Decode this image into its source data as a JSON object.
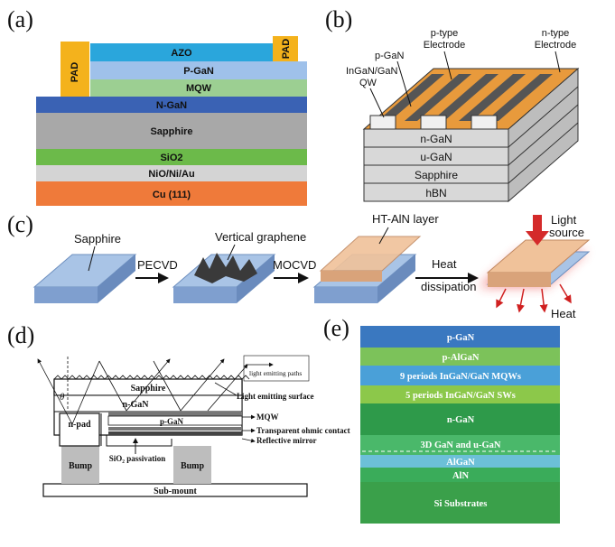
{
  "panels": {
    "a": {
      "label": "(a)",
      "layers": [
        "AZO",
        "P-GaN",
        "MQW",
        "N-GaN",
        "Sapphire",
        "SiO2",
        "NiO/Ni/Au",
        "Cu (111)"
      ],
      "pad_label": "PAD",
      "colors": {
        "azo": "#2aa6dc",
        "pgan": "#9fc1ea",
        "mqw": "#9ccf92",
        "ngan": "#3a62b4",
        "sapphire": "#a8a8a8",
        "sio2": "#6cba4a",
        "nio": "#d4d4d4",
        "cu": "#ef7a3a",
        "pad": "#f4b21c"
      }
    },
    "b": {
      "label": "(b)",
      "layers": [
        "n-GaN",
        "u-GaN",
        "Sapphire",
        "hBN"
      ],
      "callouts": {
        "pgan": "p-GaN",
        "qw_line1": "InGaN/GaN",
        "qw_line2": "QW",
        "ptype_line1": "p-type",
        "ptype_line2": "Electrode",
        "ntype_line1": "n-type",
        "ntype_line2": "Electrode"
      },
      "colors": {
        "electrode": "#e89a3c",
        "block": "#d8d8d8",
        "ridge": "#555555"
      }
    },
    "c": {
      "label": "(c)",
      "texts": {
        "sapphire": "Sapphire",
        "pecvd": "PECVD",
        "graphene": "Vertical graphene",
        "mocvd": "MOCVD",
        "htaln": "HT-AlN layer",
        "heat": "Heat",
        "dissipation": "dissipation",
        "light1": "Light",
        "light2": "source",
        "heat2": "Heat"
      },
      "colors": {
        "sapphire": "#9ab6dc",
        "aln": "#f0c29a",
        "glow": "#e83030"
      }
    },
    "d": {
      "label": "(d)",
      "texts": {
        "sapphire": "Sapphire",
        "ngan": "n-GaN",
        "pgan": "p-GaN",
        "npad": "n-pad",
        "bump_left": "Bump",
        "bump_right": "Bump",
        "sio2": "SiO₂ passivation",
        "submount": "Sub-mount",
        "theta": "θ",
        "legend": "light emitting paths",
        "surface": "Light emitting surface",
        "mqw": "MQW",
        "ohmic": "Transparent ohmic contact",
        "mirror": "Reflective mirror"
      }
    },
    "e": {
      "label": "(e)",
      "layers": [
        {
          "name": "p-GaN",
          "color": "#3a78c0"
        },
        {
          "name": "p-AlGaN",
          "color": "#7cc25a"
        },
        {
          "name": "9 periods InGaN/GaN MQWs",
          "color": "#4aa0d8"
        },
        {
          "name": "5 periods InGaN/GaN SWs",
          "color": "#8cc84a"
        },
        {
          "name": "n-GaN",
          "color": "#2e9a4a"
        },
        {
          "name": "3D GaN and u-GaN",
          "color": "#4ab86a"
        },
        {
          "name": "AlGaN",
          "color": "#6cc0d8"
        },
        {
          "name": "AlN",
          "color": "#3aac5a"
        },
        {
          "name": "Si Substrates",
          "color": "#3aa04a"
        }
      ]
    }
  }
}
